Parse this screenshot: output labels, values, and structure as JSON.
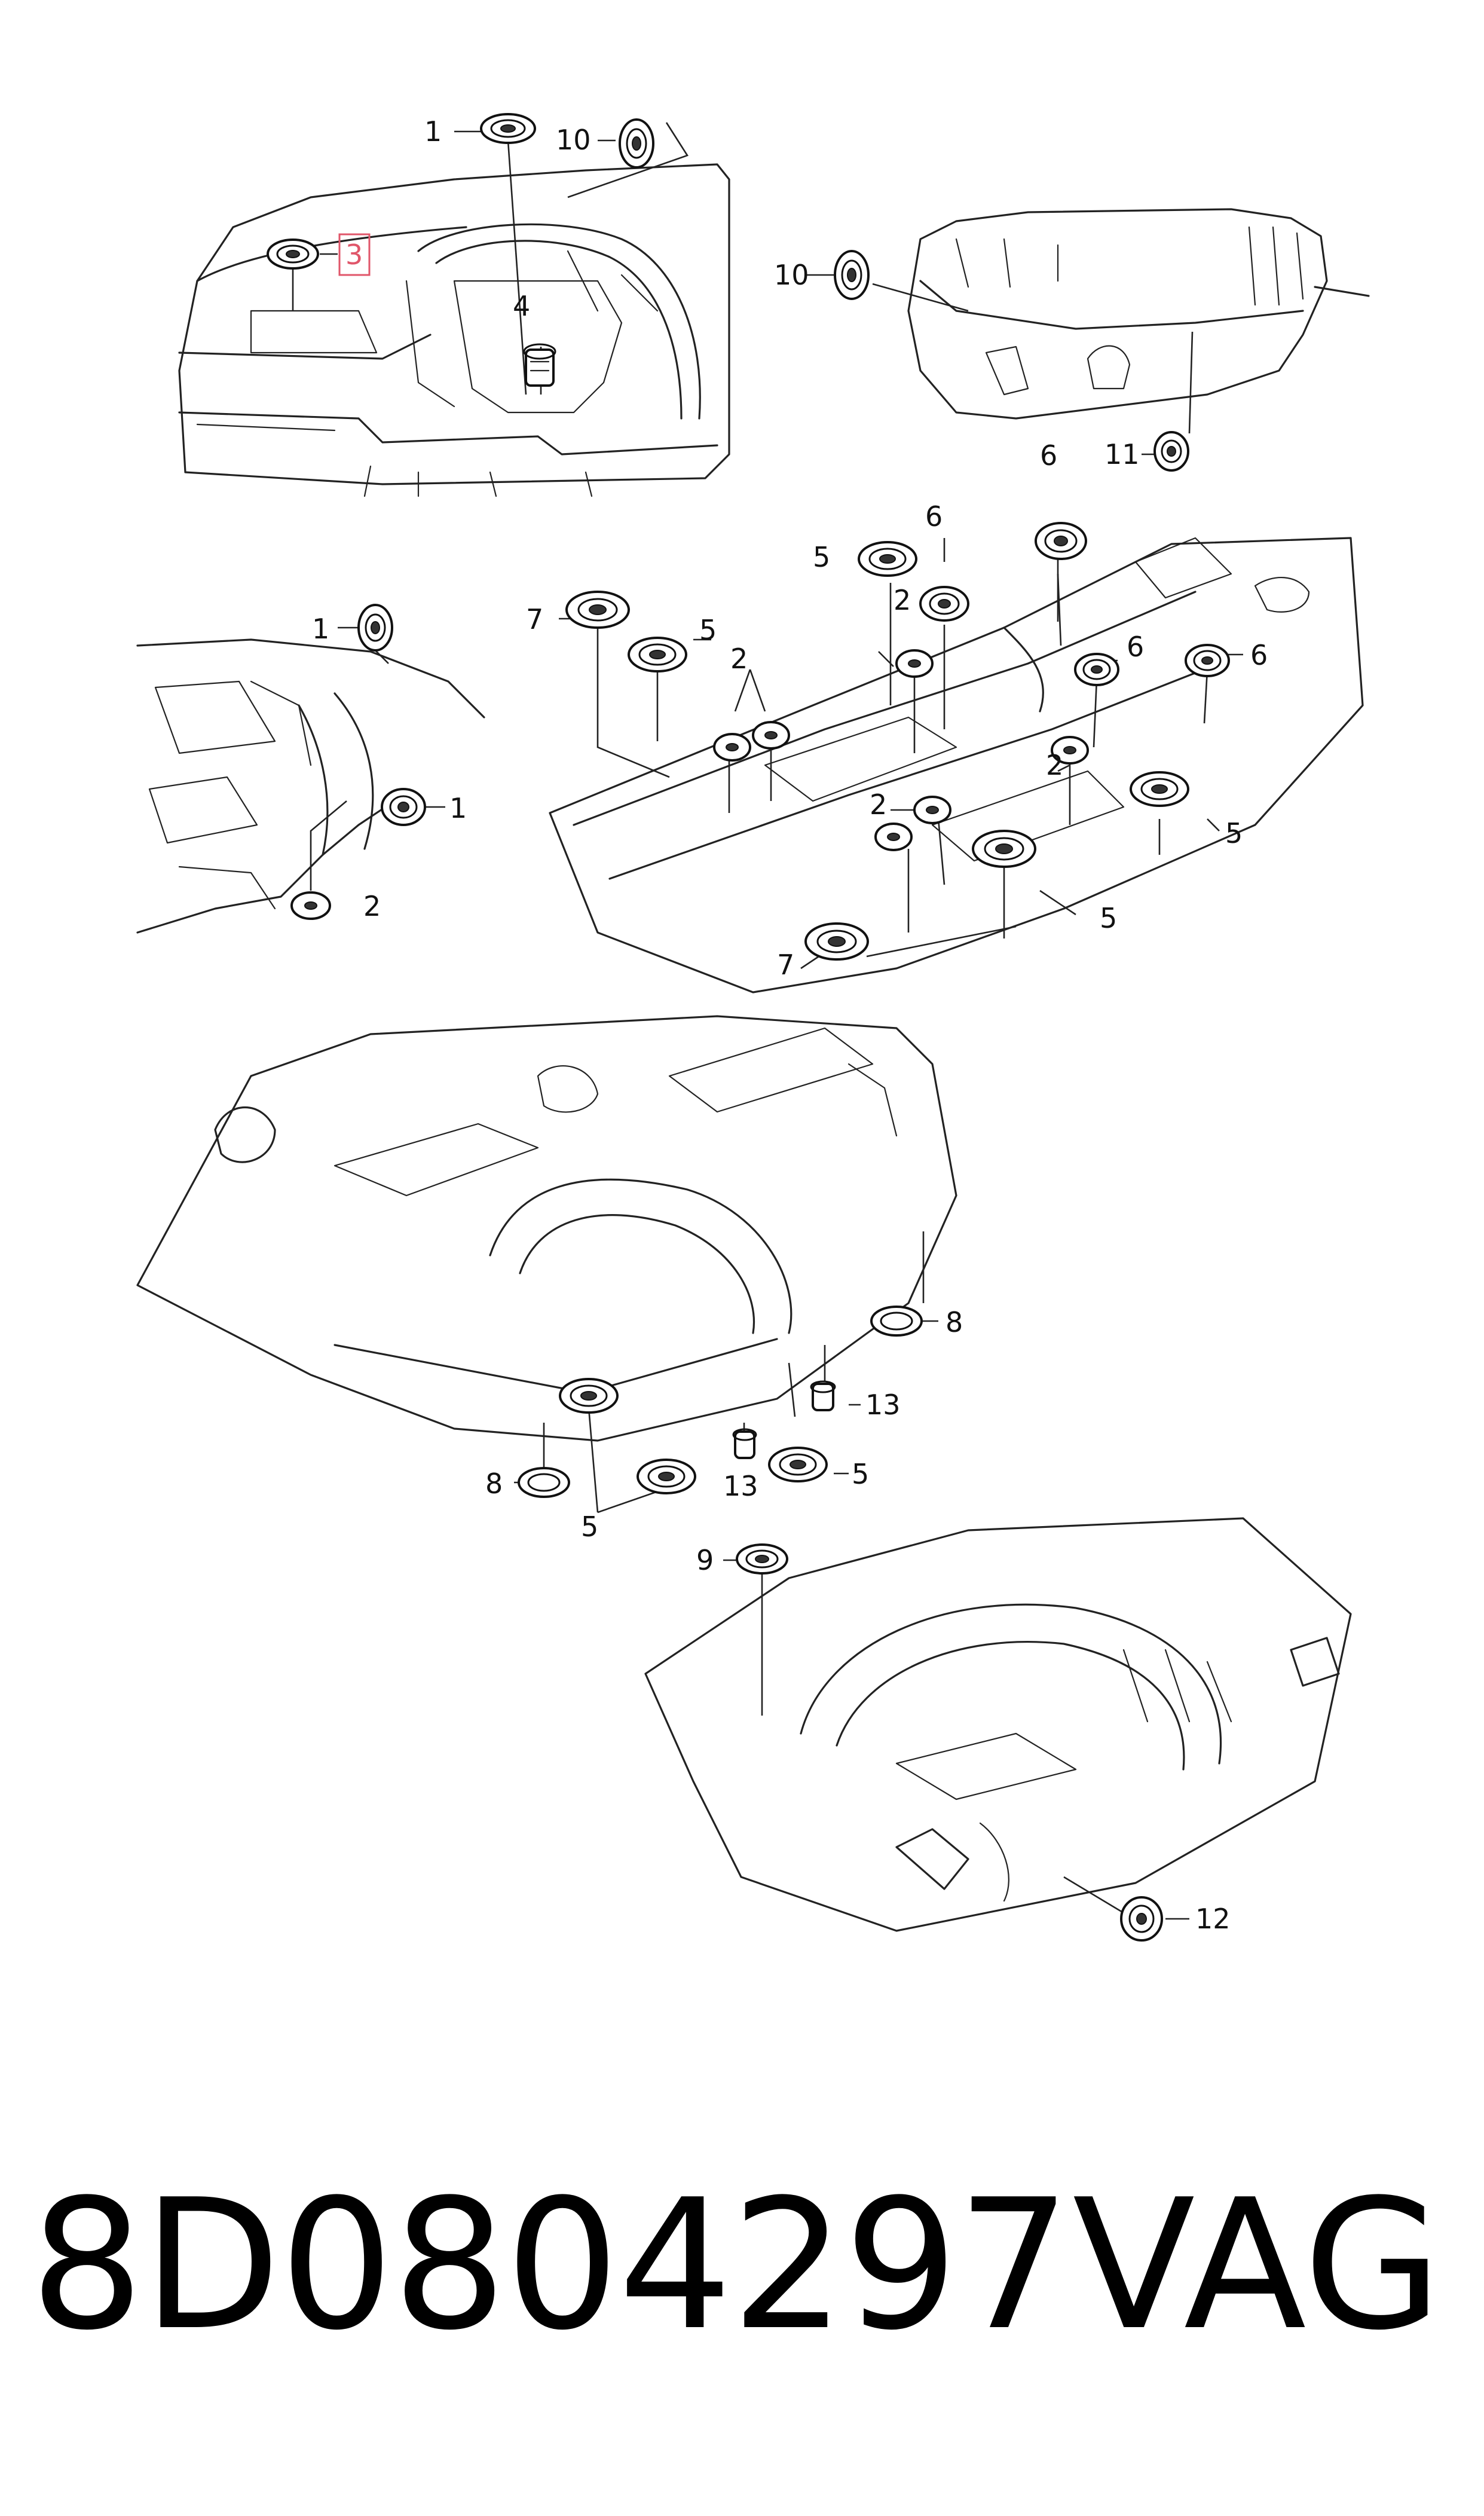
{
  "footer": {
    "part_number": "8D0804297",
    "brand": "VAG"
  },
  "highlight_color": "#e0566a",
  "line_color": "#222222",
  "callouts": [
    {
      "text": "1"
    },
    {
      "text": "10"
    },
    {
      "text": "3",
      "highlighted": true
    },
    {
      "text": "4"
    },
    {
      "text": "10"
    },
    {
      "text": "11"
    },
    {
      "text": "6"
    },
    {
      "text": "5"
    },
    {
      "text": "6"
    },
    {
      "text": "7"
    },
    {
      "text": "5"
    },
    {
      "text": "2"
    },
    {
      "text": "2"
    },
    {
      "text": "1"
    },
    {
      "text": "6"
    },
    {
      "text": "6"
    },
    {
      "text": "2"
    },
    {
      "text": "1"
    },
    {
      "text": "5"
    },
    {
      "text": "2"
    },
    {
      "text": "7"
    },
    {
      "text": "5"
    },
    {
      "text": "2"
    },
    {
      "text": "8"
    },
    {
      "text": "13"
    },
    {
      "text": "8"
    },
    {
      "text": "5"
    },
    {
      "text": "13"
    },
    {
      "text": "5"
    },
    {
      "text": "9"
    },
    {
      "text": "12"
    }
  ]
}
